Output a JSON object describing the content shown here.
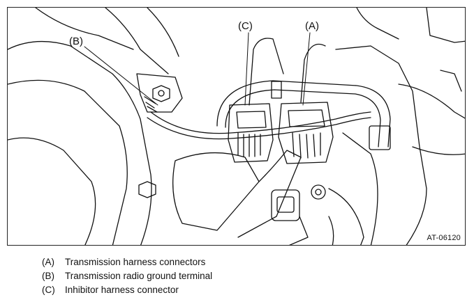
{
  "figure": {
    "id_label": "AT-06120",
    "callouts": {
      "a": "(A)",
      "b": "(B)",
      "c": "(C)"
    }
  },
  "legend": [
    {
      "key": "(A)",
      "text": "Transmission harness connectors"
    },
    {
      "key": "(B)",
      "text": "Transmission radio ground terminal"
    },
    {
      "key": "(C)",
      "text": "Inhibitor harness connector"
    }
  ],
  "colors": {
    "ink": "#111111",
    "background": "#ffffff"
  }
}
